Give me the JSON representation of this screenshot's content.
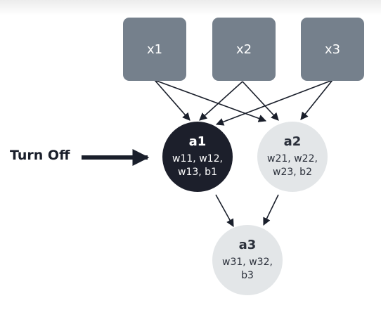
{
  "inputs": [
    {
      "label": "x1"
    },
    {
      "label": "x2"
    },
    {
      "label": "x3"
    }
  ],
  "neurons": [
    {
      "label": "a1",
      "params": "w11, w12, w13, b1",
      "state": "off"
    },
    {
      "label": "a2",
      "params": "w21, w22, w23, b2",
      "state": "on"
    },
    {
      "label": "a3",
      "params": "w31, w32, b3",
      "state": "on"
    }
  ],
  "annotation": {
    "label": "Turn Off"
  },
  "colors": {
    "input_fill": "#75808c",
    "neuron_off": "#1c1f2b",
    "neuron_on": "#e3e6e8",
    "edge": "#1a1f2b"
  }
}
